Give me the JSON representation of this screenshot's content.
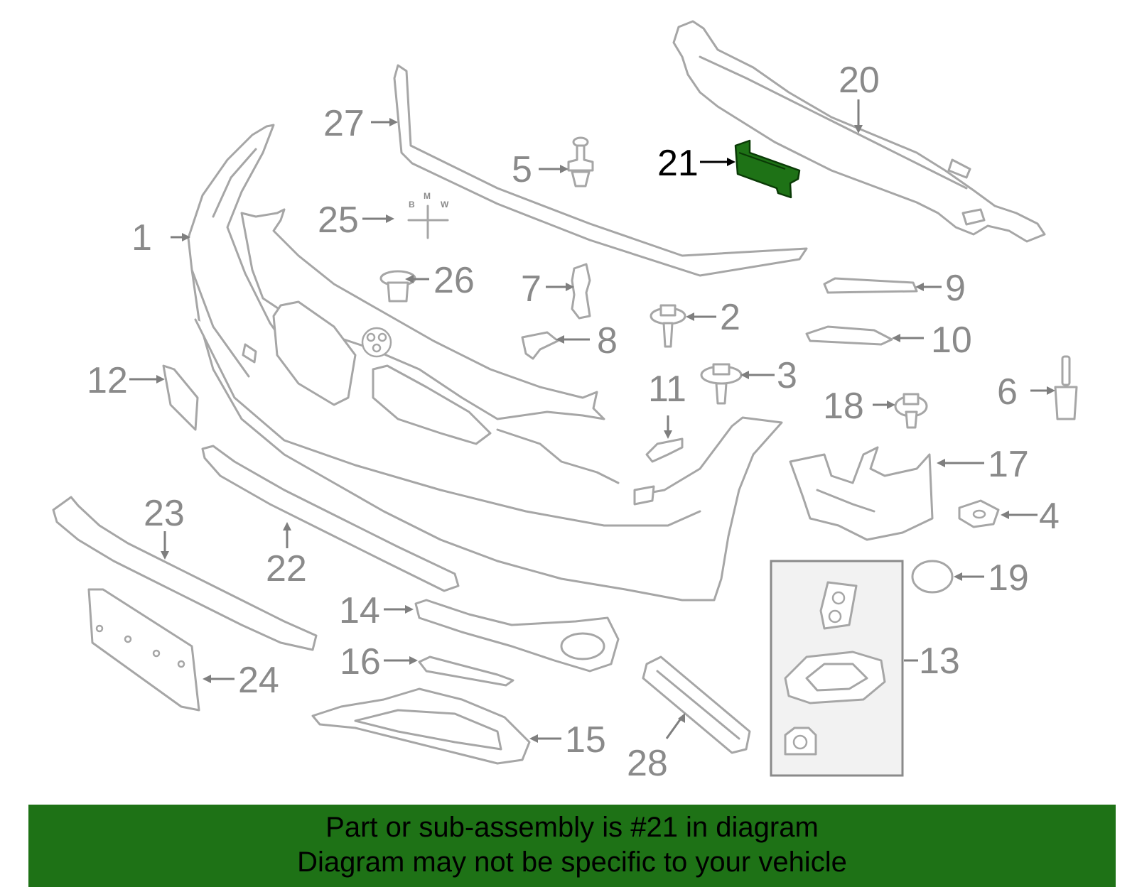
{
  "diagram": {
    "highlight_color": "#1e7216",
    "highlighted_callout": "21",
    "callouts": [
      {
        "id": "c1",
        "label": "1"
      },
      {
        "id": "c2",
        "label": "2"
      },
      {
        "id": "c3",
        "label": "3"
      },
      {
        "id": "c4",
        "label": "4"
      },
      {
        "id": "c5",
        "label": "5"
      },
      {
        "id": "c6",
        "label": "6"
      },
      {
        "id": "c7",
        "label": "7"
      },
      {
        "id": "c8",
        "label": "8"
      },
      {
        "id": "c9",
        "label": "9"
      },
      {
        "id": "c10",
        "label": "10"
      },
      {
        "id": "c11",
        "label": "11"
      },
      {
        "id": "c12",
        "label": "12"
      },
      {
        "id": "c13",
        "label": "13"
      },
      {
        "id": "c14",
        "label": "14"
      },
      {
        "id": "c15",
        "label": "15"
      },
      {
        "id": "c16",
        "label": "16"
      },
      {
        "id": "c17",
        "label": "17"
      },
      {
        "id": "c18",
        "label": "18"
      },
      {
        "id": "c19",
        "label": "19"
      },
      {
        "id": "c20",
        "label": "20"
      },
      {
        "id": "c21",
        "label": "21"
      },
      {
        "id": "c22",
        "label": "22"
      },
      {
        "id": "c23",
        "label": "23"
      },
      {
        "id": "c24",
        "label": "24"
      },
      {
        "id": "c25",
        "label": "25"
      },
      {
        "id": "c26",
        "label": "26"
      },
      {
        "id": "c27",
        "label": "27"
      },
      {
        "id": "c28",
        "label": "28"
      }
    ],
    "emblem_letters": [
      "B",
      "M",
      "W"
    ]
  },
  "banner": {
    "line1": "Part or sub-assembly is #21 in diagram",
    "line2": "Diagram may not be specific to your vehicle"
  }
}
